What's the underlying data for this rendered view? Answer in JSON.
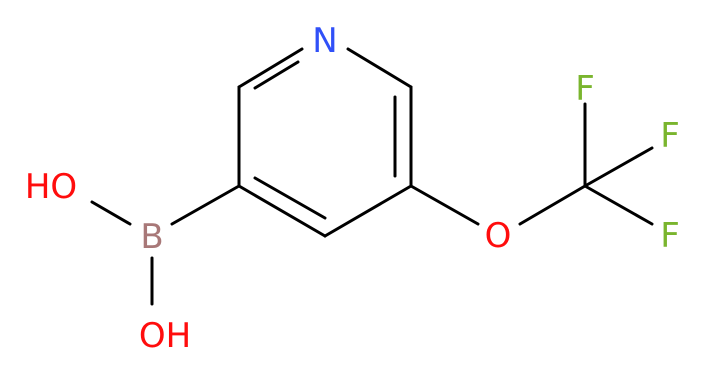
{
  "molecule": {
    "atoms": {
      "nitrogen": {
        "symbol": "N",
        "color": "#3050F8"
      },
      "oxygen_ether": {
        "symbol": "O",
        "color": "#FF0D0D"
      },
      "fluorine_1": {
        "symbol": "F",
        "color": "#7AB52E"
      },
      "fluorine_2": {
        "symbol": "F",
        "color": "#7AB52E"
      },
      "fluorine_3": {
        "symbol": "F",
        "color": "#7AB52E"
      },
      "boron": {
        "symbol": "B",
        "color": "#A87878"
      },
      "hydroxyl_1": {
        "symbol": "HO",
        "color": "#FF0D0D"
      },
      "hydroxyl_2": {
        "symbol": "OH",
        "color": "#FF0D0D"
      }
    },
    "bond_color": "#000000"
  }
}
